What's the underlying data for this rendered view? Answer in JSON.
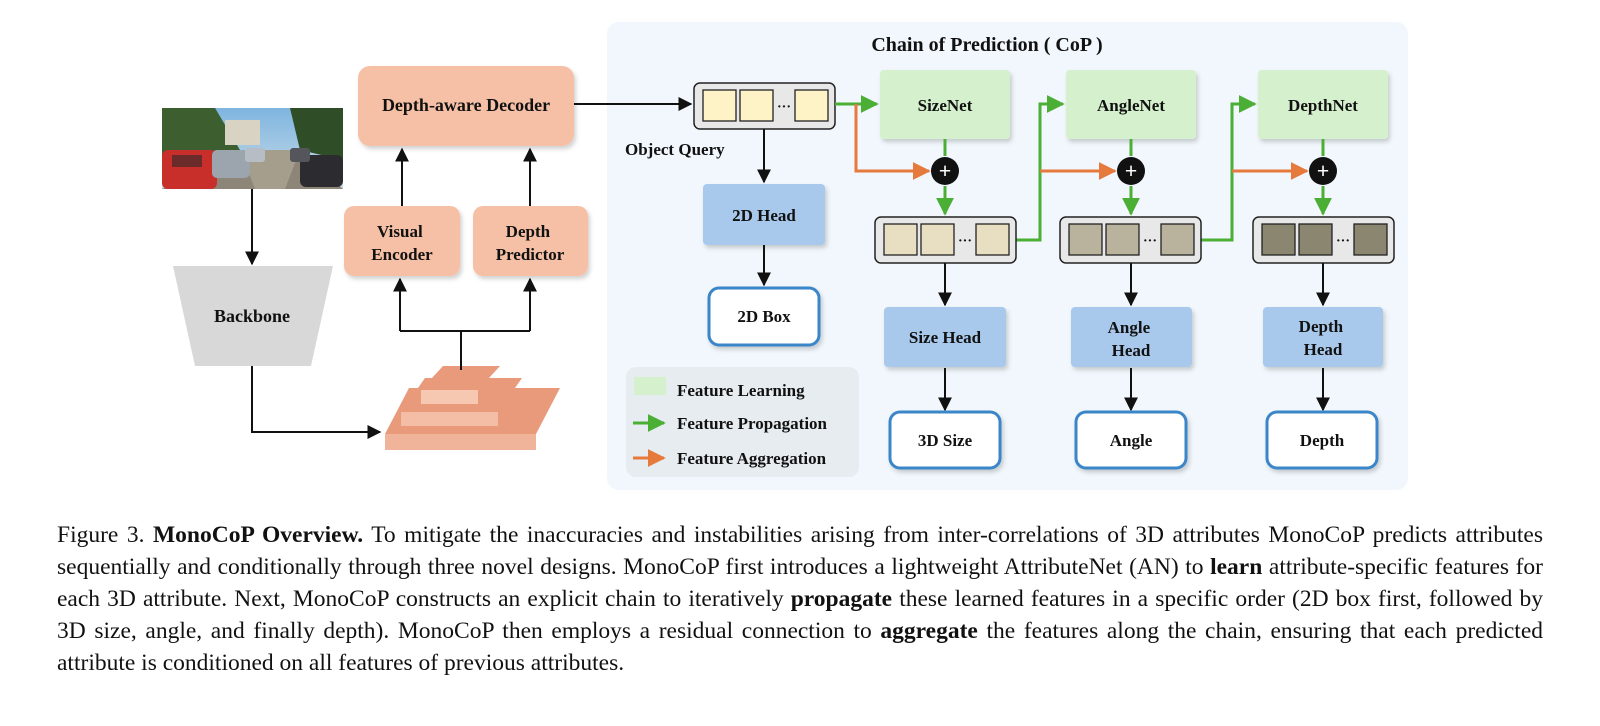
{
  "diagram": {
    "cop_title": "Chain of Prediction ( CoP )",
    "backbone": "Backbone",
    "visual_encoder": [
      "Visual",
      "Encoder"
    ],
    "depth_predictor": [
      "Depth",
      "Predictor"
    ],
    "decoder": "Depth-aware Decoder",
    "object_query": "Object Query",
    "head_2d": "2D Head",
    "box_2d": "2D Box",
    "size_net": "SizeNet",
    "angle_net": "AngleNet",
    "depth_net": "DepthNet",
    "size_head": "Size Head",
    "angle_head": [
      "Angle",
      "Head"
    ],
    "depth_head": [
      "Depth",
      "Head"
    ],
    "out_size": "3D Size",
    "out_angle": "Angle",
    "out_depth": "Depth",
    "ellipsis": "···",
    "plus": "+",
    "legend": {
      "learning": "Feature Learning",
      "propagation": "Feature Propagation",
      "aggregation": "Feature Aggregation"
    }
  },
  "caption": {
    "label": "Figure 3.",
    "title": "MonoCoP Overview.",
    "t1": " To mitigate the inaccuracies and instabilities arising from inter-correlations of 3D attributes MonoCoP predicts attributes sequentially and conditionally through three novel designs. MonoCoP first introduces a lightweight AttributeNet (AN) to ",
    "b1": "learn",
    "t2": " attribute-specific features for each 3D attribute. Next, MonoCoP constructs an explicit chain to iteratively ",
    "b2": "propagate",
    "t3": " these learned features in a specific order (2D box first, followed by 3D size, angle, and finally depth). MonoCoP then employs a residual connection to ",
    "b3": "aggregate",
    "t4": " the features along the chain, ensuring that each predicted attribute is conditioned on all features of previous attributes."
  },
  "colors": {
    "orange_block": "#f5c0a6",
    "blue_head": "#a9c9ec",
    "green_net": "#d5f0cc",
    "output_border": "#3a86c8",
    "panel_bg": "#f1f7fc",
    "propagation": "#4caf35",
    "aggregation": "#e57a3c"
  }
}
